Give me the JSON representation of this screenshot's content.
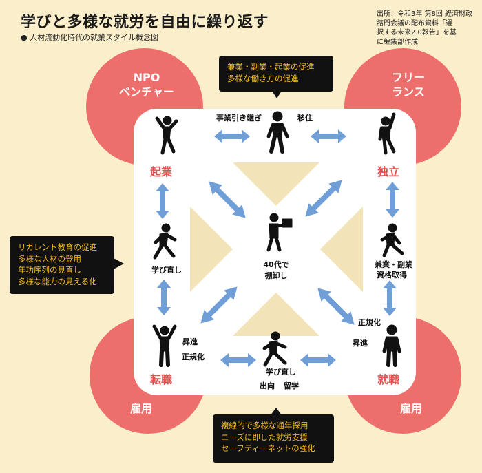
{
  "title": "学びと多様な就労を自由に繰り返す",
  "subtitle": "● 人材流動化時代の就業スタイル概念図",
  "source": [
    "出所：令和3年 第8回 経済財政",
    "諮問会議の配布資料「選",
    "択する未来2.0報告」を基",
    "に編集部作成"
  ],
  "corners": {
    "top_left": [
      "NPO",
      "ベンチャー"
    ],
    "top_right": [
      "フリー",
      "ランス"
    ],
    "bottom_left": "雇用",
    "bottom_right": "雇用"
  },
  "nodes": {
    "kigyo": "起業",
    "dokuritsu": "独立",
    "tenshoku": "転職",
    "shushoku": "就職"
  },
  "labels": {
    "top_left": "事業引き継ぎ",
    "top_right": "移住",
    "left_mid": "学び直し",
    "right_mid_1": "兼業・副業",
    "right_mid_2": "資格取得",
    "center_1": "40代で",
    "center_2": "棚卸し",
    "bl_1": "昇進",
    "bl_2": "正規化",
    "br_1": "正規化",
    "br_2": "昇進",
    "bottom_mid": "学び直し",
    "bottom_left": "出向",
    "bottom_right": "留学"
  },
  "callouts": {
    "top": [
      "兼業・副業・起業の促進",
      "多様な働き方の促進"
    ],
    "left": [
      "リカレント教育の促進",
      "多様な人材の登用",
      "年功序列の見直し",
      "多様な能力の見える化"
    ],
    "bottom": [
      "複線的で多様な通年採用",
      "ニーズに即した就労支援",
      "セーフティーネットの強化"
    ]
  },
  "colors": {
    "background": "#fbeecb",
    "circle": "#ec6f6b",
    "accent_red": "#e2514f",
    "triangle": "#f2e4b8",
    "arrow": "#6f9fd6",
    "callout_bg": "#111111",
    "callout_text": "#f2bb1d"
  }
}
